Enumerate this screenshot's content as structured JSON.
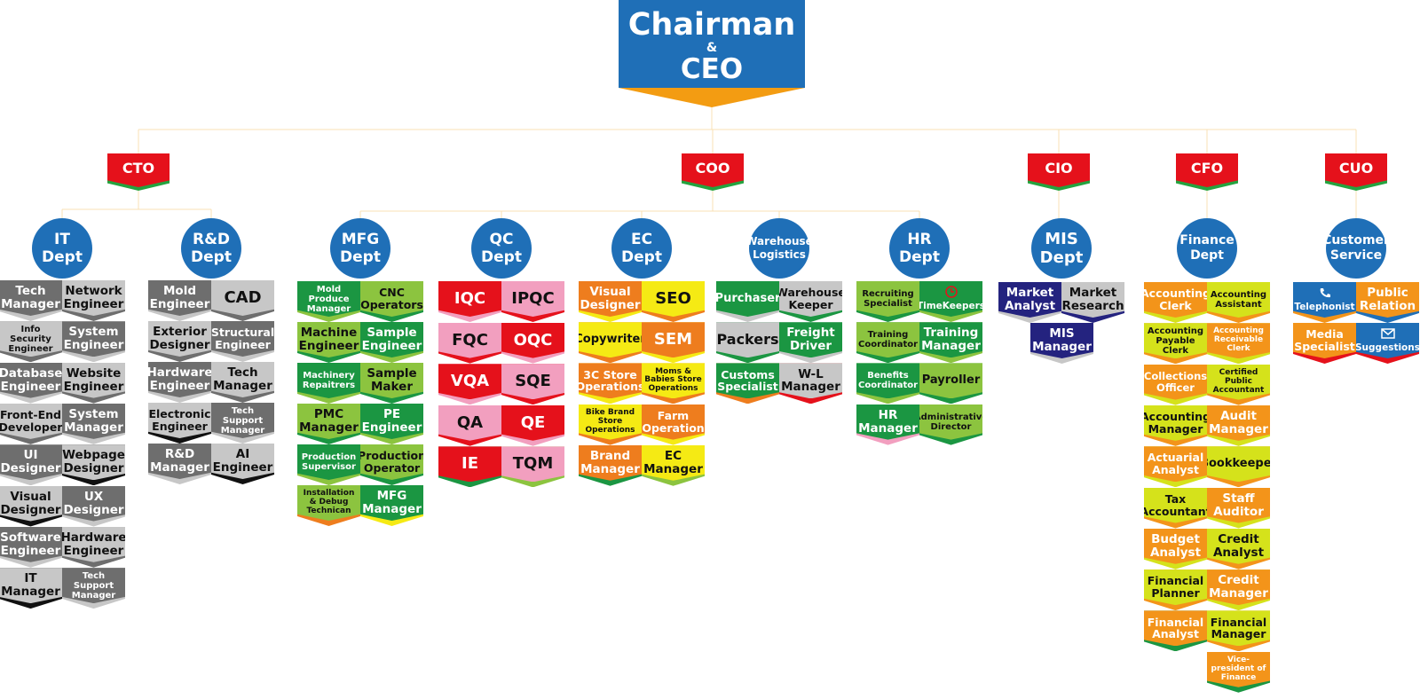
{
  "ceo": {
    "line1": "Chairman",
    "amp": "&",
    "line2": "CEO"
  },
  "palette": {
    "dark_gray": "#6e6e6e",
    "light_gray": "#c7c7c7",
    "black": "#111111",
    "green": "#1b9642",
    "lime": "#8cc43f",
    "red": "#e5111b",
    "pink": "#f29fbf",
    "orange": "#ee7d1e",
    "yellow": "#f5ea14",
    "navy": "#24237f",
    "amber": "#f3941a",
    "yellowgreen": "#d5e21b",
    "blue": "#1f6fb7"
  },
  "execs": [
    {
      "label": "CTO"
    },
    {
      "label": "COO"
    },
    {
      "label": "CIO"
    },
    {
      "label": "CFO"
    },
    {
      "label": "CUO"
    }
  ],
  "depts": [
    {
      "lines": [
        "IT",
        "Dept"
      ],
      "exec": 0,
      "cells": [
        {
          "text": "Tech Manager",
          "color": "dark_gray",
          "border": "light_gray"
        },
        {
          "text": "Network Engineer",
          "color": "light_gray",
          "border": "dark_gray"
        },
        {
          "text": "Info Security Engineer",
          "color": "light_gray",
          "border": "dark_gray"
        },
        {
          "text": "System Engineer",
          "color": "dark_gray",
          "border": "light_gray"
        },
        {
          "text": "Database Engineer",
          "color": "dark_gray",
          "border": "light_gray"
        },
        {
          "text": "Website Engineer",
          "color": "light_gray",
          "border": "dark_gray"
        },
        {
          "text": "Front-End Developer",
          "color": "light_gray",
          "border": "dark_gray"
        },
        {
          "text": "System Manager",
          "color": "dark_gray",
          "border": "light_gray"
        },
        {
          "text": "UI Designer",
          "color": "dark_gray",
          "border": "light_gray"
        },
        {
          "text": "Webpage Designer",
          "color": "light_gray",
          "border": "black"
        },
        {
          "text": "Visual Designer",
          "color": "light_gray",
          "border": "black"
        },
        {
          "text": "UX Designer",
          "color": "dark_gray",
          "border": "light_gray"
        },
        {
          "text": "Software Engineer",
          "color": "dark_gray",
          "border": "light_gray"
        },
        {
          "text": "Hardware Engineer",
          "color": "light_gray",
          "border": "dark_gray"
        },
        {
          "text": "IT Manager",
          "color": "light_gray",
          "border": "black"
        },
        {
          "text": "Tech Support Manager",
          "color": "dark_gray",
          "border": "light_gray"
        }
      ]
    },
    {
      "lines": [
        "R&D",
        "Dept"
      ],
      "exec": 0,
      "cells": [
        {
          "text": "Mold Engineer",
          "color": "dark_gray",
          "border": "light_gray"
        },
        {
          "text": "CAD",
          "color": "light_gray",
          "border": "dark_gray"
        },
        {
          "text": "Exterior Designer",
          "color": "light_gray",
          "border": "dark_gray"
        },
        {
          "text": "Structural Engineer",
          "color": "dark_gray",
          "border": "light_gray"
        },
        {
          "text": "Hardware Engineer",
          "color": "dark_gray",
          "border": "light_gray"
        },
        {
          "text": "Tech Manager",
          "color": "light_gray",
          "border": "dark_gray"
        },
        {
          "text": "Electronic Engineer",
          "color": "light_gray",
          "border": "black"
        },
        {
          "text": "Tech Support Manager",
          "color": "dark_gray",
          "border": "light_gray"
        },
        {
          "text": "R&D Manager",
          "color": "dark_gray",
          "border": "light_gray"
        },
        {
          "text": "AI Engineer",
          "color": "light_gray",
          "border": "black"
        }
      ]
    },
    {
      "lines": [
        "MFG",
        "Dept"
      ],
      "exec": 1,
      "cells": [
        {
          "text": "Mold Produce Manager",
          "color": "green",
          "border": "lime"
        },
        {
          "text": "CNC Operators",
          "color": "lime",
          "border": "green"
        },
        {
          "text": "Machine Engineer",
          "color": "lime",
          "border": "green"
        },
        {
          "text": "Sample Engineer",
          "color": "green",
          "border": "lime"
        },
        {
          "text": "Machinery Repaitrers",
          "color": "green",
          "border": "lime"
        },
        {
          "text": "Sample Maker",
          "color": "lime",
          "border": "green"
        },
        {
          "text": "PMC Manager",
          "color": "lime",
          "border": "green"
        },
        {
          "text": "PE Engineer",
          "color": "green",
          "border": "lime"
        },
        {
          "text": "Production Supervisor",
          "color": "green",
          "border": "lime"
        },
        {
          "text": "Production Operator",
          "color": "lime",
          "border": "green"
        },
        {
          "text": "Installation & Debug Technican",
          "color": "lime",
          "border": "orange"
        },
        {
          "text": "MFG Manager",
          "color": "green",
          "border": "yellow"
        }
      ]
    },
    {
      "lines": [
        "QC",
        "Dept"
      ],
      "exec": 1,
      "cells": [
        {
          "text": "IQC",
          "color": "red",
          "border": "pink"
        },
        {
          "text": "IPQC",
          "color": "pink",
          "border": "red"
        },
        {
          "text": "FQC",
          "color": "pink",
          "border": "red"
        },
        {
          "text": "OQC",
          "color": "red",
          "border": "pink"
        },
        {
          "text": "VQA",
          "color": "red",
          "border": "pink"
        },
        {
          "text": "SQE",
          "color": "pink",
          "border": "red"
        },
        {
          "text": "QA",
          "color": "pink",
          "border": "red"
        },
        {
          "text": "QE",
          "color": "red",
          "border": "pink"
        },
        {
          "text": "IE",
          "color": "red",
          "border": "green"
        },
        {
          "text": "TQM",
          "color": "pink",
          "border": "lime"
        }
      ]
    },
    {
      "lines": [
        "EC",
        "Dept"
      ],
      "exec": 1,
      "cells": [
        {
          "text": "Visual Designer",
          "color": "orange",
          "border": "yellow"
        },
        {
          "text": "SEO",
          "color": "yellow",
          "border": "orange"
        },
        {
          "text": "Copywriter",
          "color": "yellow",
          "border": "orange"
        },
        {
          "text": "SEM",
          "color": "orange",
          "border": "yellow"
        },
        {
          "text": "3C Store Operations",
          "color": "orange",
          "border": "yellow"
        },
        {
          "text": "Moms & Babies Store Operations",
          "color": "yellow",
          "border": "orange"
        },
        {
          "text": "Bike Brand Store Operations",
          "color": "yellow",
          "border": "orange"
        },
        {
          "text": "Farm Operation",
          "color": "orange",
          "border": "yellow"
        },
        {
          "text": "Brand Manager",
          "color": "orange",
          "border": "green"
        },
        {
          "text": "EC Manager",
          "color": "yellow",
          "border": "lime"
        }
      ]
    },
    {
      "lines": [
        "Warehouse",
        "Logistics"
      ],
      "exec": 1,
      "cells": [
        {
          "text": "Purchaser",
          "color": "green",
          "border": "light_gray"
        },
        {
          "text": "Warehouse Keeper",
          "color": "light_gray",
          "border": "green"
        },
        {
          "text": "Packers",
          "color": "light_gray",
          "border": "green"
        },
        {
          "text": "Freight Driver",
          "color": "green",
          "border": "light_gray"
        },
        {
          "text": "Customs Specialist",
          "color": "green",
          "border": "orange"
        },
        {
          "text": "W-L Manager",
          "color": "light_gray",
          "border": "red"
        }
      ]
    },
    {
      "lines": [
        "HR",
        "Dept"
      ],
      "exec": 1,
      "cells": [
        {
          "text": "Recruiting Specialist",
          "color": "lime",
          "border": "green"
        },
        {
          "text": "TimeKeepers",
          "color": "green",
          "border": "lime",
          "icon": "clock"
        },
        {
          "text": "Training Coordinator",
          "color": "lime",
          "border": "green"
        },
        {
          "text": "Training Manager",
          "color": "green",
          "border": "lime"
        },
        {
          "text": "Benefits Coordinator",
          "color": "green",
          "border": "lime"
        },
        {
          "text": "Payroller",
          "color": "lime",
          "border": "green"
        },
        {
          "text": "HR Manager",
          "color": "green",
          "border": "pink"
        },
        {
          "text": "Administrative Director",
          "color": "lime",
          "border": "green"
        }
      ]
    },
    {
      "lines": [
        "MIS",
        "Dept"
      ],
      "exec": 2,
      "cells": [
        {
          "text": "Market Analyst",
          "color": "navy",
          "border": "light_gray"
        },
        {
          "text": "Market Research",
          "color": "light_gray",
          "border": "navy"
        },
        {
          "text": "MIS Manager",
          "color": "navy",
          "border": "light_gray",
          "center": true
        }
      ]
    },
    {
      "lines": [
        "Finance",
        "Dept"
      ],
      "exec": 3,
      "cells": [
        {
          "text": "Accounting Clerk",
          "color": "amber",
          "border": "yellowgreen"
        },
        {
          "text": "Accounting Assistant",
          "color": "yellowgreen",
          "border": "amber"
        },
        {
          "text": "Accounting Payable Clerk",
          "color": "yellowgreen",
          "border": "amber"
        },
        {
          "text": "Accounting Receivable Clerk",
          "color": "amber",
          "border": "yellowgreen"
        },
        {
          "text": "Collections Officer",
          "color": "amber",
          "border": "yellowgreen"
        },
        {
          "text": "Certified Public Accountant",
          "color": "yellowgreen",
          "border": "amber"
        },
        {
          "text": "Accounting Manager",
          "color": "yellowgreen",
          "border": "amber"
        },
        {
          "text": "Audit Manager",
          "color": "amber",
          "border": "yellowgreen"
        },
        {
          "text": "Actuarial Analyst",
          "color": "amber",
          "border": "yellowgreen"
        },
        {
          "text": "Bookkeeper",
          "color": "yellowgreen",
          "border": "amber"
        },
        {
          "text": "Tax Accountant",
          "color": "yellowgreen",
          "border": "amber"
        },
        {
          "text": "Staff Auditor",
          "color": "amber",
          "border": "yellowgreen"
        },
        {
          "text": "Budget Analyst",
          "color": "amber",
          "border": "yellowgreen"
        },
        {
          "text": "Credit Analyst",
          "color": "yellowgreen",
          "border": "amber"
        },
        {
          "text": "Financial Planner",
          "color": "yellowgreen",
          "border": "amber"
        },
        {
          "text": "Credit Manager",
          "color": "amber",
          "border": "yellowgreen"
        },
        {
          "text": "Financial Analyst",
          "color": "amber",
          "border": "green"
        },
        {
          "text": "Financial Manager",
          "color": "yellowgreen",
          "border": "amber"
        },
        {
          "text": "Vice-president of Finance",
          "color": "amber",
          "border": "green",
          "col": 1
        }
      ]
    },
    {
      "lines": [
        "Customer",
        "Service"
      ],
      "exec": 4,
      "cells": [
        {
          "text": "Telephonist",
          "color": "blue",
          "border": "amber",
          "icon": "phone"
        },
        {
          "text": "Public Relation",
          "color": "amber",
          "border": "blue"
        },
        {
          "text": "Media Specialist",
          "color": "amber",
          "border": "red"
        },
        {
          "text": "Suggestions",
          "color": "blue",
          "border": "red",
          "icon": "mail"
        }
      ]
    }
  ]
}
